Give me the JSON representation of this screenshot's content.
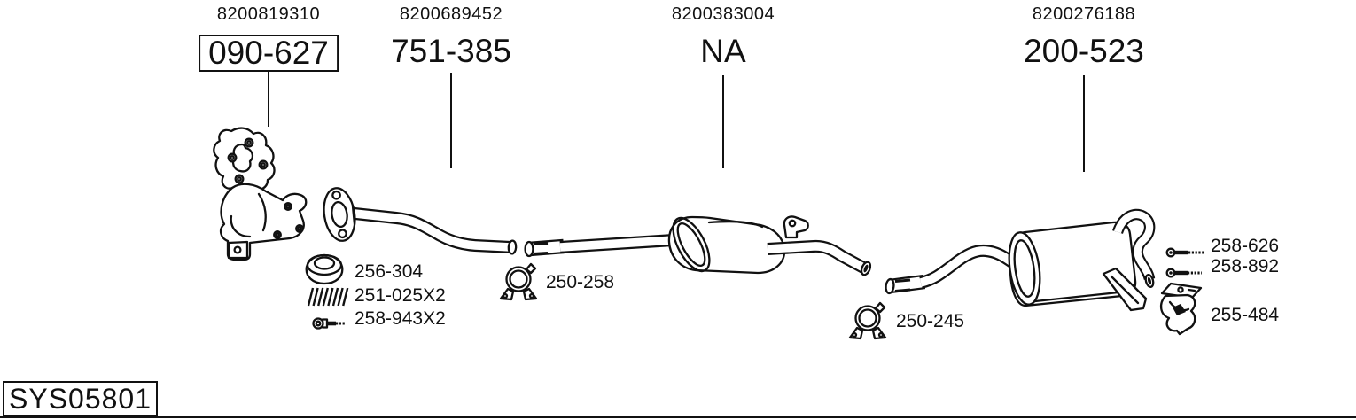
{
  "page": {
    "system_code": "SYS05801",
    "background": "#ffffff",
    "line_color": "#111111"
  },
  "columns": [
    {
      "oem_number": "8200819310",
      "part_number": "090-627",
      "highlighted": true
    },
    {
      "oem_number": "8200689452",
      "part_number": "751-385",
      "highlighted": false
    },
    {
      "oem_number": "8200383004",
      "part_number": "NA",
      "highlighted": false
    },
    {
      "oem_number": "8200276188",
      "part_number": "200-523",
      "highlighted": false
    }
  ],
  "hardware_labels": {
    "gasket_ring": "256-304",
    "springs": "251-025X2",
    "manifold_bolts": "258-943X2",
    "front_clamp": "250-258",
    "rear_clamp": "250-245",
    "tail_bolt_long": "258-626",
    "tail_bolt_short": "258-892",
    "rubber_hanger": "255-484"
  }
}
